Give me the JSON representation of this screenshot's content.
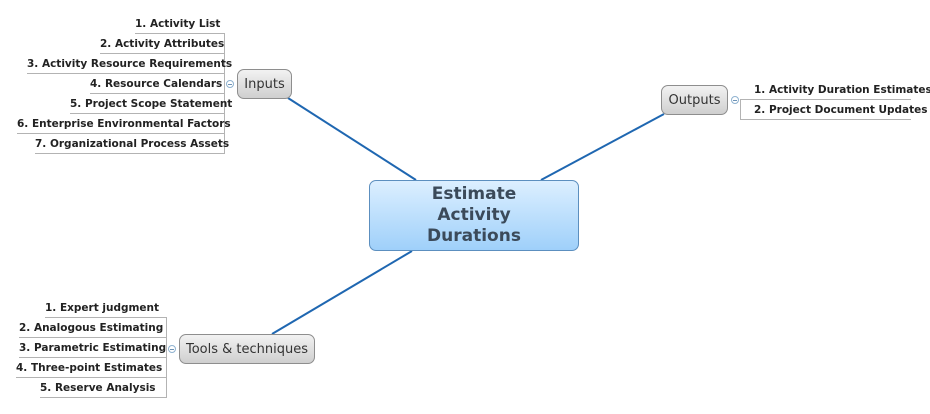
{
  "central": {
    "title": "Estimate Activity Durations"
  },
  "inputs": {
    "label": "Inputs",
    "items": [
      "1. Activity List",
      "2. Activity Attributes",
      "3. Activity Resource Requirements",
      "4. Resource Calendars",
      "5. Project Scope Statement",
      "6. Enterprise Environmental Factors",
      "7. Organizational Process Assets"
    ]
  },
  "outputs": {
    "label": "Outputs",
    "items": [
      "1. Activity Duration Estimates",
      "2. Project Document Updates"
    ]
  },
  "tools": {
    "label": "Tools & techniques",
    "items": [
      "1. Expert judgment",
      "2. Analogous Estimating",
      "3. Parametric Estimating",
      "4. Three-point Estimates",
      "5. Reserve Analysis"
    ]
  },
  "colors": {
    "connector": "#1f67b1",
    "central_fill": "#a9d6fc",
    "topic_fill": "#d9d9d9"
  }
}
